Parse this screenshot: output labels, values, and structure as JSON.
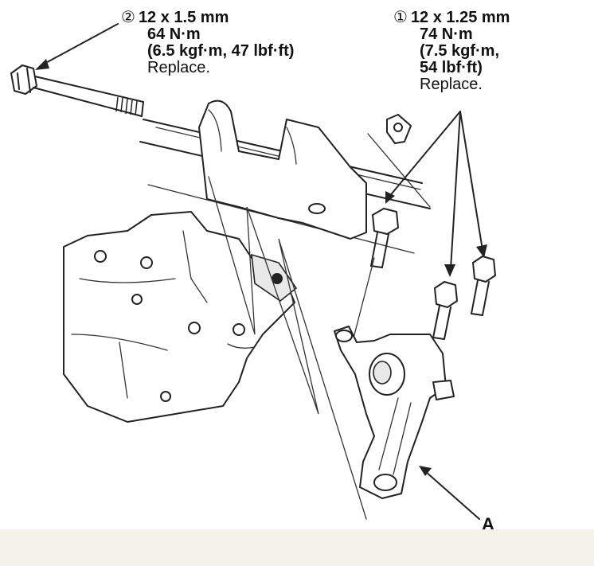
{
  "labels": {
    "bolt2": {
      "number": "②",
      "size": "12 x 1.5 mm",
      "torque": "64 N·m",
      "torque_alt": "(6.5 kgf·m, 47 lbf·ft)",
      "note": "Replace."
    },
    "bolt1": {
      "number": "①",
      "size": "12 x 1.25 mm",
      "torque": "74 N·m",
      "torque_alt_1": "(7.5 kgf·m,",
      "torque_alt_2": "54 lbf·ft)",
      "note": "Replace."
    },
    "callout_a": "A"
  },
  "colors": {
    "line": "#222222",
    "background": "#ffffff",
    "footer_band": "#f5f3e9"
  }
}
